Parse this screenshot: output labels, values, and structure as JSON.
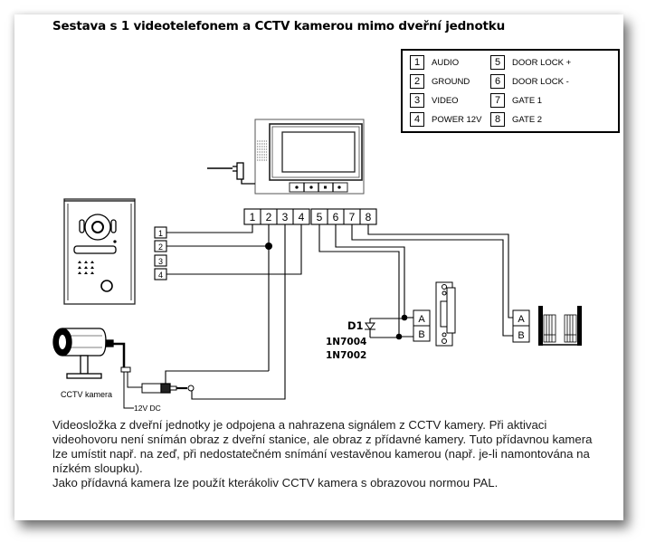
{
  "title": "Sestava s 1 videotelefonem a CCTV kamerou mimo dveřní jednotku",
  "legend": [
    {
      "num": "1",
      "label": "AUDIO"
    },
    {
      "num": "2",
      "label": "GROUND"
    },
    {
      "num": "3",
      "label": "VIDEO"
    },
    {
      "num": "4",
      "label": "POWER 12V"
    },
    {
      "num": "5",
      "label": "DOOR LOCK +"
    },
    {
      "num": "6",
      "label": "DOOR LOCK -"
    },
    {
      "num": "7",
      "label": "GATE 1"
    },
    {
      "num": "8",
      "label": "GATE 2"
    }
  ],
  "monitor_terminals": [
    "1",
    "2",
    "3",
    "4",
    "5",
    "6",
    "7",
    "8"
  ],
  "door_unit_terminals": [
    "1",
    "2",
    "3",
    "4"
  ],
  "lock_terminals": [
    "A",
    "B"
  ],
  "gate_terminals": [
    "A",
    "B"
  ],
  "diode": {
    "label": "D1",
    "types": [
      "1N7004",
      "1N7002"
    ]
  },
  "camera_label": "CCTV kamera",
  "power_label": "12V DC",
  "description": [
    "Videosložka z dveřní jednotky je odpojena a nahrazena signálem z CCTV kamery. Při aktivaci videohovoru není snímán obraz z dveřní stanice, ale obraz z přídavné kamery. Tuto přídavnou kamera lze umístit např. na zeď, při nedostatečném snímání vestavěnou kamerou (např. je-li namontována na nízkém sloupku).",
    "Jako přídavná kamera lze použít kterákoliv CCTV kamera s obrazovou normou PAL."
  ]
}
